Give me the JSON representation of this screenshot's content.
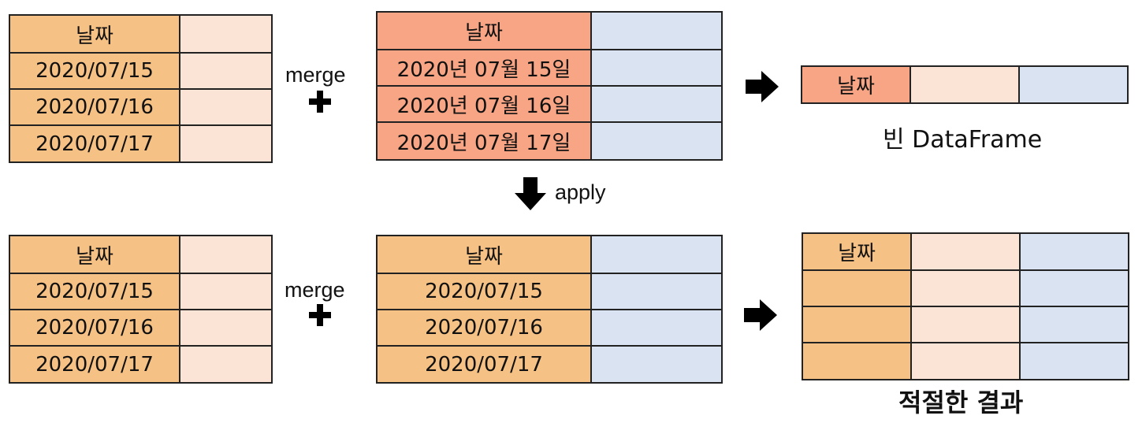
{
  "header_label": "날짜",
  "dates_slash": [
    "2020/07/15",
    "2020/07/16",
    "2020/07/17"
  ],
  "dates_korean": [
    "2020년 07월 15일",
    "2020년 07월 16일",
    "2020년 07월 17일"
  ],
  "merge_label": "merge",
  "apply_label": "apply",
  "empty_caption": "빈 DataFrame",
  "result_caption": "적절한 결과",
  "colors": {
    "orange": "#F6C185",
    "salmon": "#F7A584",
    "peach": "#FBE4D6",
    "blue": "#DAE3F2"
  },
  "icons": {
    "merge": "plus-icon",
    "result": "arrow-right-icon",
    "apply": "arrow-down-icon"
  }
}
